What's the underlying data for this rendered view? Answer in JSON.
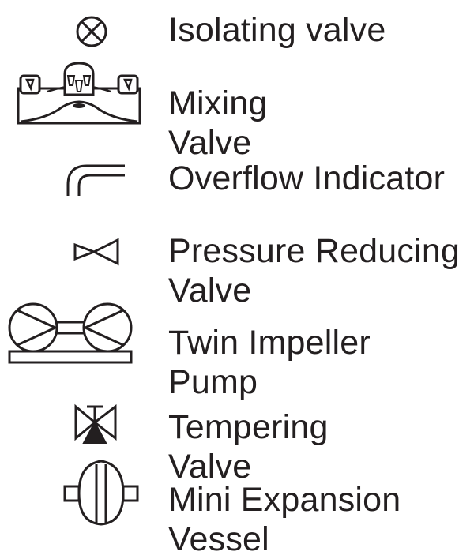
{
  "legend": {
    "items": [
      {
        "id": "isolating-valve",
        "icon": "isolating-valve-icon",
        "lines": [
          "Isolating valve"
        ]
      },
      {
        "id": "mixing-valve",
        "icon": "mixing-valve-icon",
        "lines": [
          "Mixing",
          "Valve"
        ]
      },
      {
        "id": "overflow-indicator",
        "icon": "overflow-indicator-icon",
        "lines": [
          "Overflow Indicator"
        ]
      },
      {
        "id": "pressure-reducing-valve",
        "icon": "pressure-reducing-valve-icon",
        "lines": [
          "Pressure Reducing",
          "Valve"
        ]
      },
      {
        "id": "twin-impeller-pump",
        "icon": "twin-impeller-pump-icon",
        "lines": [
          "Twin Impeller",
          "Pump"
        ]
      },
      {
        "id": "tempering-valve",
        "icon": "tempering-valve-icon",
        "lines": [
          "Tempering",
          "Valve"
        ]
      },
      {
        "id": "mini-expansion-vessel",
        "icon": "mini-expansion-vessel-icon",
        "lines": [
          "Mini Expansion",
          "Vessel"
        ]
      }
    ]
  },
  "colors": {
    "ink": "#231f20",
    "background": "#ffffff"
  }
}
